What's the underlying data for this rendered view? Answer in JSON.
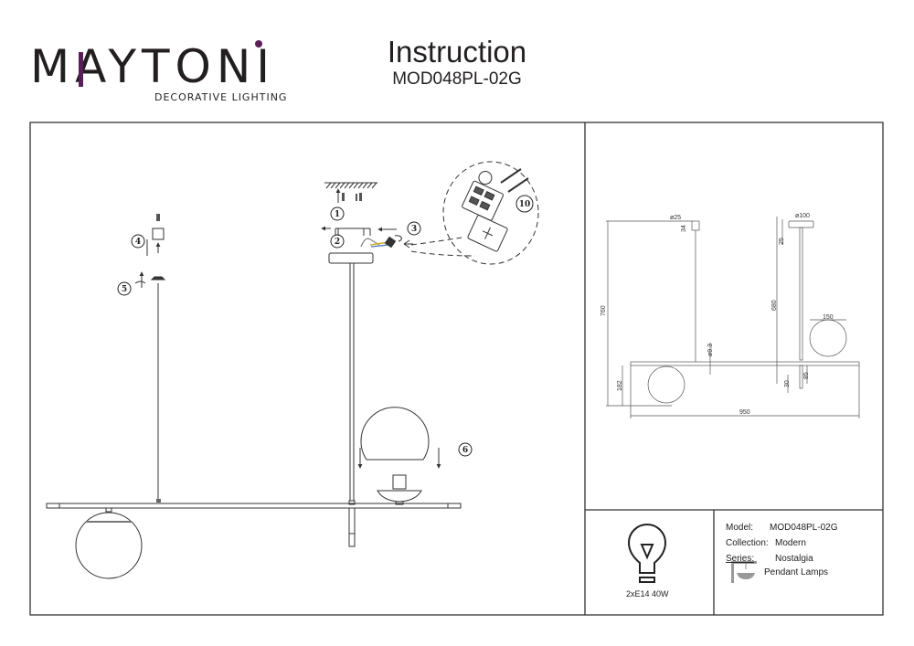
{
  "brand": {
    "name": "MAYTONI",
    "tagline": "DECORATIVE LIGHTING",
    "accent_color": "#5b1f57"
  },
  "header": {
    "title": "Instruction",
    "model_code": "MOD048PL-02G"
  },
  "assembly_steps": {
    "step_labels": [
      "1",
      "2",
      "3",
      "4",
      "5",
      "6",
      "10"
    ]
  },
  "dimensions": {
    "canopy_small_diameter": "ø25",
    "canopy_small_height": "34",
    "canopy_large_diameter": "ø100",
    "canopy_large_height": "25",
    "total_height": "760",
    "rod_height": "680",
    "rod_diameter": "ø9.3",
    "shade_diameter": "150",
    "lower_height": "182",
    "stub_length": "85",
    "stub_end": "30",
    "total_width": "950"
  },
  "bulb": {
    "icon": "light-bulb-icon",
    "spec": "2xE14 40W"
  },
  "specs": {
    "model_label": "Model:",
    "model_value": "MOD048PL-02G",
    "collection_label": "Collection:",
    "collection_value": "Modern",
    "series_label": "Series:",
    "series_value": "Nostalgia",
    "type_icon": "pendant-lamp-icon",
    "type_value": "Pendant Lamps"
  }
}
